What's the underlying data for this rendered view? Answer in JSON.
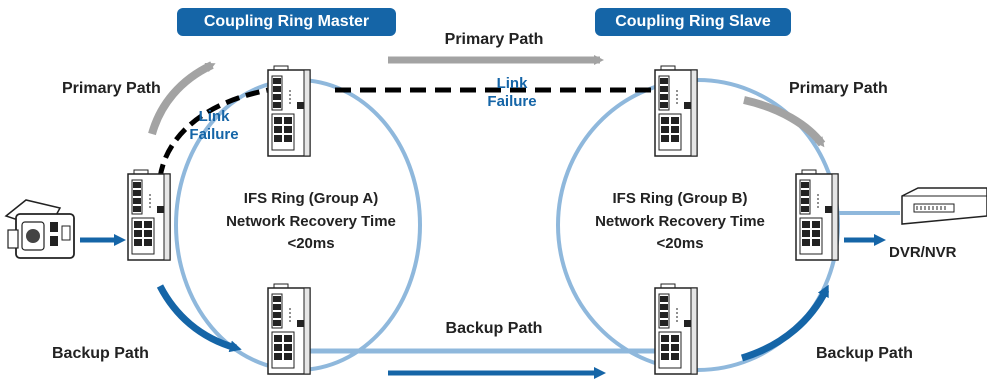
{
  "badges": {
    "master": "Coupling Ring Master",
    "slave": "Coupling Ring Slave"
  },
  "paths": {
    "primary_top": "Primary Path",
    "primary_left": "Primary Path",
    "primary_right": "Primary Path",
    "backup_bottom": "Backup Path",
    "backup_left": "Backup Path",
    "backup_right": "Backup Path"
  },
  "failures": {
    "left_line1": "Link",
    "left_line2": "Failure",
    "top_line1": "Link",
    "top_line2": "Failure"
  },
  "ring_a": {
    "line1": "IFS Ring (Group A)",
    "line2": "Network Recovery Time",
    "line3": "<20ms"
  },
  "ring_b": {
    "line1": "IFS Ring (Group B)",
    "line2": "Network Recovery Time",
    "line3": "<20ms"
  },
  "devices": {
    "dvr_label": "DVR/NVR"
  },
  "colors": {
    "badge_blue": "#1565a7",
    "ring_light_blue": "#8fb8dc",
    "arrow_gray": "#a3a3a3",
    "arrow_dark_blue": "#1565a7",
    "failure_text_blue": "#1565a7",
    "dashed_black": "#000000"
  }
}
